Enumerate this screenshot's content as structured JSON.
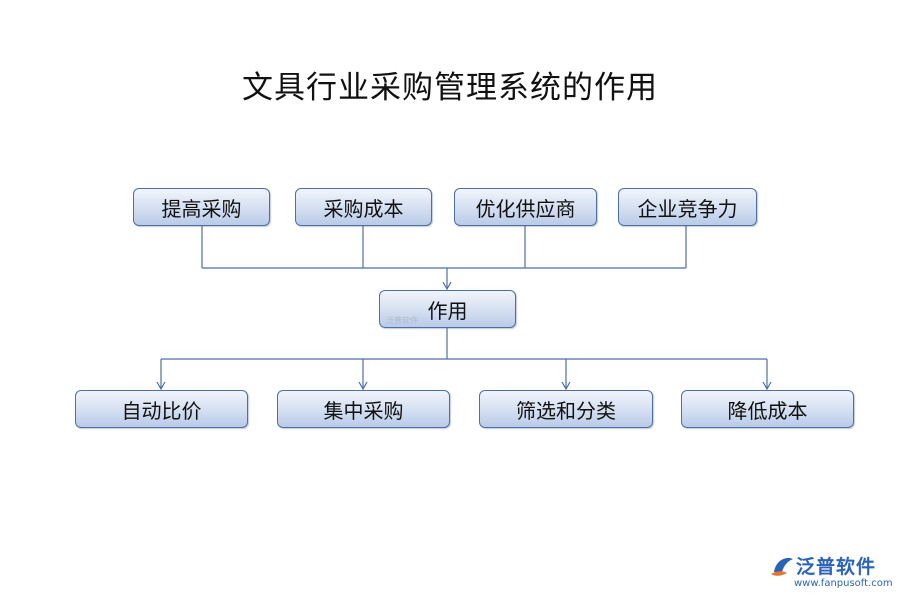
{
  "title": "文具行业采购管理系统的作用",
  "top_nodes": [
    "提高采购",
    "采购成本",
    "优化供应商",
    "企业竞争力"
  ],
  "center_node": "作用",
  "bottom_nodes": [
    "自动比价",
    "集中采购",
    "筛选和分类",
    "降低成本"
  ],
  "watermark": "泛普软件",
  "logo": {
    "name": "泛普软件",
    "url": "www.fanpusoft.com"
  },
  "colors": {
    "node_border": "#4d6fa3",
    "node_fill_top": "#f1f5fc",
    "node_fill_bottom": "#b9cbe7",
    "connector": "#4d6fa3",
    "logo_blue": "#2b64b7",
    "logo_orange": "#e8752a"
  }
}
